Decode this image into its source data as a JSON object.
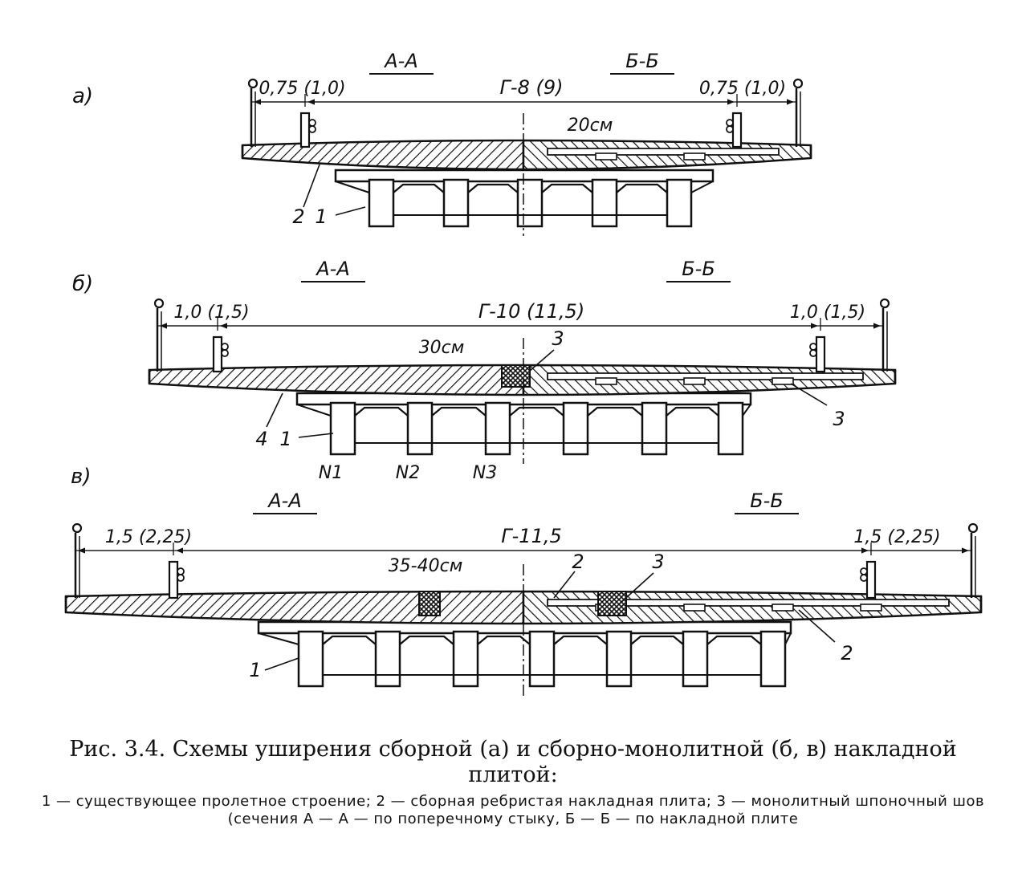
{
  "diagrams": [
    {
      "id": "a",
      "letter": "а)",
      "section_left": "А-А",
      "section_right": "Б-Б",
      "dim_left": "0,75 (1,0)",
      "dim_center": "Г-8 (9)",
      "dim_right": "0,75 (1,0)",
      "thickness": "20см",
      "callouts": [
        "2",
        "1"
      ]
    },
    {
      "id": "b",
      "letter": "б)",
      "section_left": "А-А",
      "section_right": "Б-Б",
      "dim_left": "1,0 (1,5)",
      "dim_center": "Г-10 (11,5)",
      "dim_right": "1,0 (1,5)",
      "thickness": "30см",
      "callouts": [
        "4",
        "1",
        "3",
        "3"
      ],
      "beam_labels": [
        "N1",
        "N2",
        "N3"
      ]
    },
    {
      "id": "v",
      "letter": "в)",
      "section_left": "А-А",
      "section_right": "Б-Б",
      "dim_left": "1,5 (2,25)",
      "dim_center": "Г-11,5",
      "dim_right": "1,5 (2,25)",
      "thickness": "35-40см",
      "callouts": [
        "1",
        "2",
        "3",
        "2"
      ]
    }
  ],
  "caption": {
    "title": "Рис. 3.4. Схемы уширения сборной (а) и сборно-монолитной (б, в) накладной плитой:",
    "legend": "1 — существующее пролетное строение; 2 — сборная ребристая накладная плита; 3 — монолитный шпоночный шов (сечения А — А — по поперечному стыку, Б — Б — по накладной плите"
  }
}
